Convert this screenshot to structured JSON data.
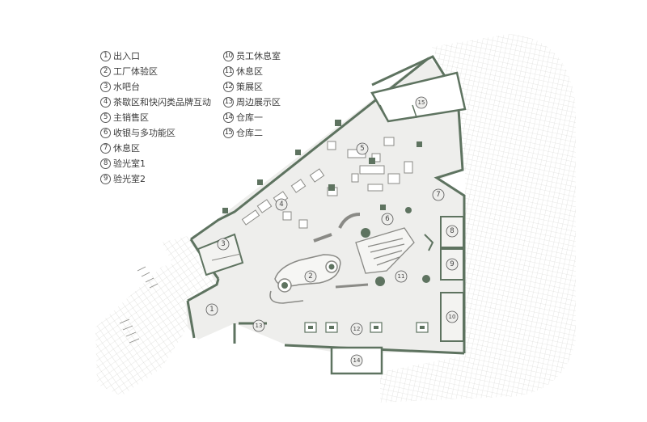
{
  "legend_left": [
    {
      "num": "1",
      "text": "出入口"
    },
    {
      "num": "2",
      "text": "工厂体验区"
    },
    {
      "num": "3",
      "text": "水吧台"
    },
    {
      "num": "4",
      "text": "茶歇区和快闪类品牌互动"
    },
    {
      "num": "5",
      "text": "主销售区"
    },
    {
      "num": "6",
      "text": "收银与多功能区"
    },
    {
      "num": "7",
      "text": "休息区"
    },
    {
      "num": "8",
      "text": "验光室1"
    },
    {
      "num": "9",
      "text": "验光室2"
    }
  ],
  "legend_right": [
    {
      "num": "10",
      "text": "员工休息室"
    },
    {
      "num": "11",
      "text": "休息区"
    },
    {
      "num": "12",
      "text": "策展区"
    },
    {
      "num": "13",
      "text": "周边展示区"
    },
    {
      "num": "14",
      "text": "仓库一"
    },
    {
      "num": "15",
      "text": "仓库二"
    }
  ],
  "markers": {
    "m1": "1",
    "m2": "2",
    "m3": "3",
    "m4": "4",
    "m5": "5",
    "m6": "6",
    "m7": "7",
    "m8": "8",
    "m9": "9",
    "m10": "10",
    "m11": "11",
    "m12": "12",
    "m13": "13",
    "m14": "14",
    "m15": "15"
  },
  "colors": {
    "wall": "#5e7360",
    "floor": "#eeeeec",
    "paving_line": "#c8c8c4",
    "furniture": "#8a8a86",
    "text": "#3b3b3b"
  }
}
